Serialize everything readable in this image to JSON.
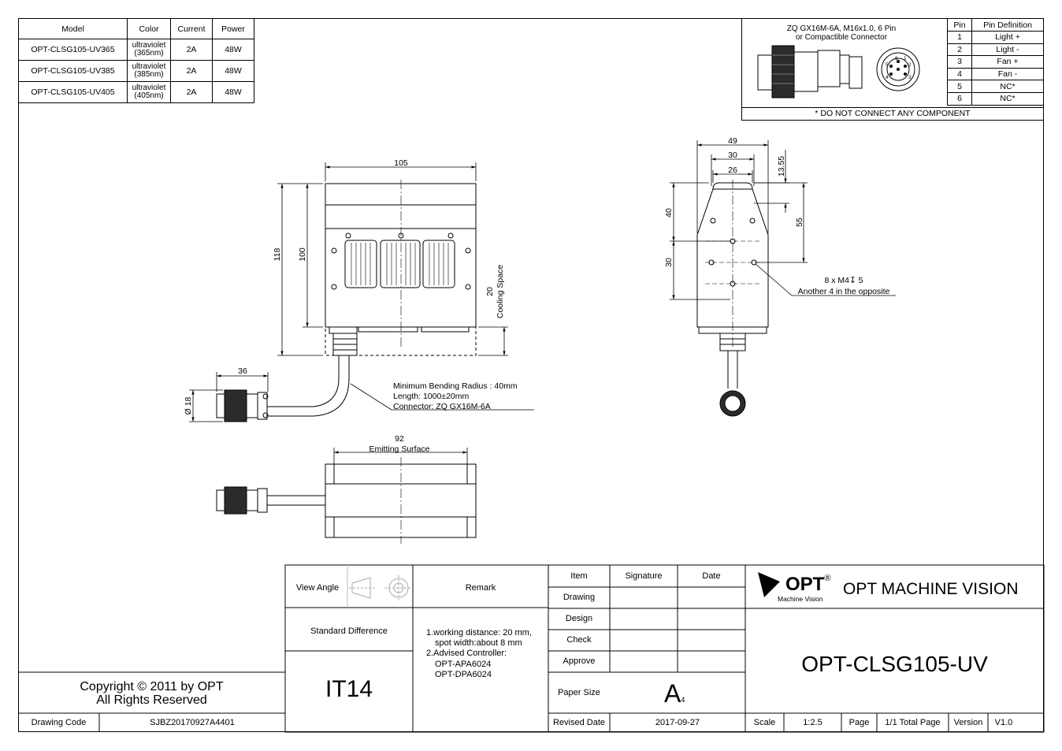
{
  "spec_table": {
    "headers": [
      "Model",
      "Color",
      "Current",
      "Power"
    ],
    "rows": [
      {
        "model": "OPT-CLSG105-UV365",
        "color": "ultraviolet (365nm)",
        "color_l1": "ultraviolet",
        "color_l2": "(365nm)",
        "current": "2A",
        "power": "48W"
      },
      {
        "model": "OPT-CLSG105-UV385",
        "color": "ultraviolet (385nm)",
        "color_l1": "ultraviolet",
        "color_l2": "(385nm)",
        "current": "2A",
        "power": "48W"
      },
      {
        "model": "OPT-CLSG105-UV405",
        "color": "ultraviolet (405nm)",
        "color_l1": "ultraviolet",
        "color_l2": "(405nm)",
        "current": "2A",
        "power": "48W"
      }
    ]
  },
  "connector_box": {
    "title_l1": "ZQ GX16M-6A, M16x1.0, 6 Pin",
    "title_l2": "or Compactible Connector",
    "pin_headers": [
      "Pin",
      "Pin Definition"
    ],
    "pins": [
      {
        "pin": "1",
        "def": "Light +"
      },
      {
        "pin": "2",
        "def": "Light -"
      },
      {
        "pin": "3",
        "def": "Fan +"
      },
      {
        "pin": "4",
        "def": "Fan -"
      },
      {
        "pin": "5",
        "def": "NC*"
      },
      {
        "pin": "6",
        "def": "NC*"
      }
    ],
    "note": "* DO NOT CONNECT ANY COMPONENT",
    "face_numbers": [
      "1",
      "2",
      "3",
      "4",
      "5",
      "6"
    ]
  },
  "front_view": {
    "dim_width": "105",
    "dim_height_total": "118",
    "dim_height_body": "100",
    "cooling_value": "20",
    "cooling_label": "Cooling Space"
  },
  "cable": {
    "dim_length": "36",
    "dim_diameter": "Ø 18",
    "note_l1": "Minimum Bending Radius : 40mm",
    "note_l2": "Length: 1000±20mm",
    "note_l3": "Connector: ZQ GX16M-6A"
  },
  "side_view": {
    "dim_49": "49",
    "dim_30": "30",
    "dim_26": "26",
    "dim_1355": "13.55",
    "dim_40": "40",
    "dim_30v": "30",
    "dim_55": "55",
    "hole_note": "8 x  M4↧ 5",
    "hole_note2": "Another 4 in the opposite"
  },
  "bottom_view": {
    "dim_92": "92",
    "label": "Emitting Surface"
  },
  "title_block": {
    "copyright_l1": "Copyright © 2011 by OPT",
    "copyright_l2": "All Rights Reserved",
    "drawing_code_label": "Drawing Code",
    "drawing_code": "SJBZ20170927A4401",
    "view_angle": "View Angle",
    "remark_label": "Remark",
    "standard_difference": "Standard Difference",
    "it_grade": "IT14",
    "remark_lines": [
      "1.working distance: 20 mm,",
      "spot width:about 8 mm",
      "2.Advised Controller:",
      "OPT-APA6024",
      "OPT-DPA6024"
    ],
    "item": "Item",
    "signature": "Signature",
    "date": "Date",
    "drawing": "Drawing",
    "design": "Design",
    "check": "Check",
    "approve": "Approve",
    "paper_size": "Paper Size",
    "paper_value": "A",
    "paper_sub": "4",
    "revised_date_label": "Revised Date",
    "revised_date": "2017-09-27",
    "logo_text": "OPT",
    "logo_reg": "®",
    "logo_sub": "Machine Vision",
    "company": "OPT MACHINE VISION",
    "part_number": "OPT-CLSG105-UV",
    "scale_label": "Scale",
    "scale": "1:2.5",
    "page_label": "Page",
    "page_total": "1/1 Total Page",
    "version_label": "Version",
    "version": "V1.0"
  }
}
